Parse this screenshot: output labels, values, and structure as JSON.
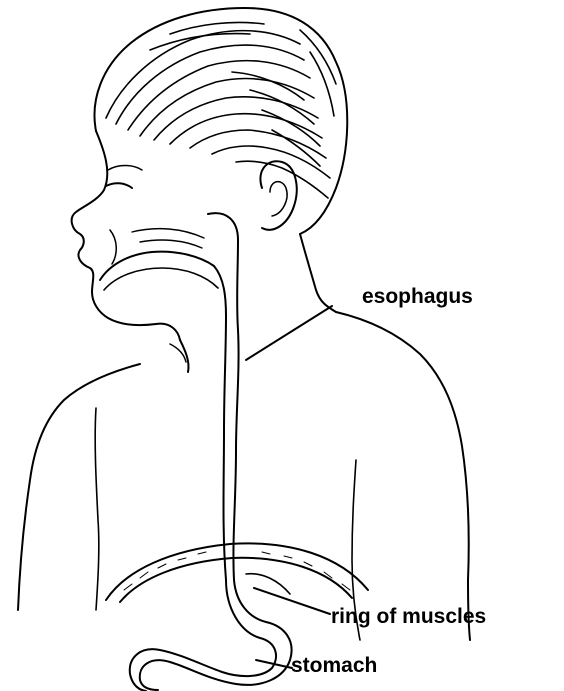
{
  "labels": {
    "esophagus": "esophagus",
    "ring_of_muscles": "ring of muscles",
    "stomach": "stomach"
  },
  "colors": {
    "line": "#000000",
    "background": "#ffffff"
  }
}
